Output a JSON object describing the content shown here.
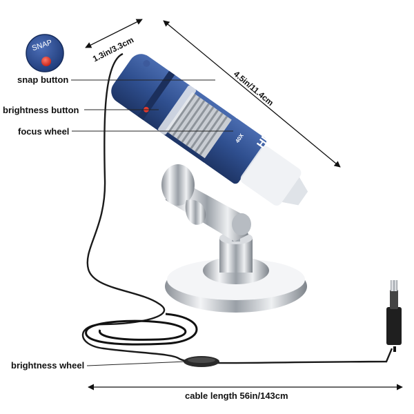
{
  "callouts": {
    "snap_badge": "SNAP",
    "snap_button": "snap button",
    "brightness_button": "brightness button",
    "focus_wheel": "focus wheel",
    "brightness_wheel": "brightness wheel"
  },
  "dimensions": {
    "width": "1.3in/3.3cm",
    "length": "4.5in/11.4cm",
    "cable": "cable length 56in/143cm"
  },
  "body_marks": {
    "hd": "HD",
    "zoom": "40X"
  },
  "colors": {
    "body_blue": "#2f4f8f",
    "snap_red": "#e23b2e",
    "badge_blue": "#2c4d93"
  }
}
